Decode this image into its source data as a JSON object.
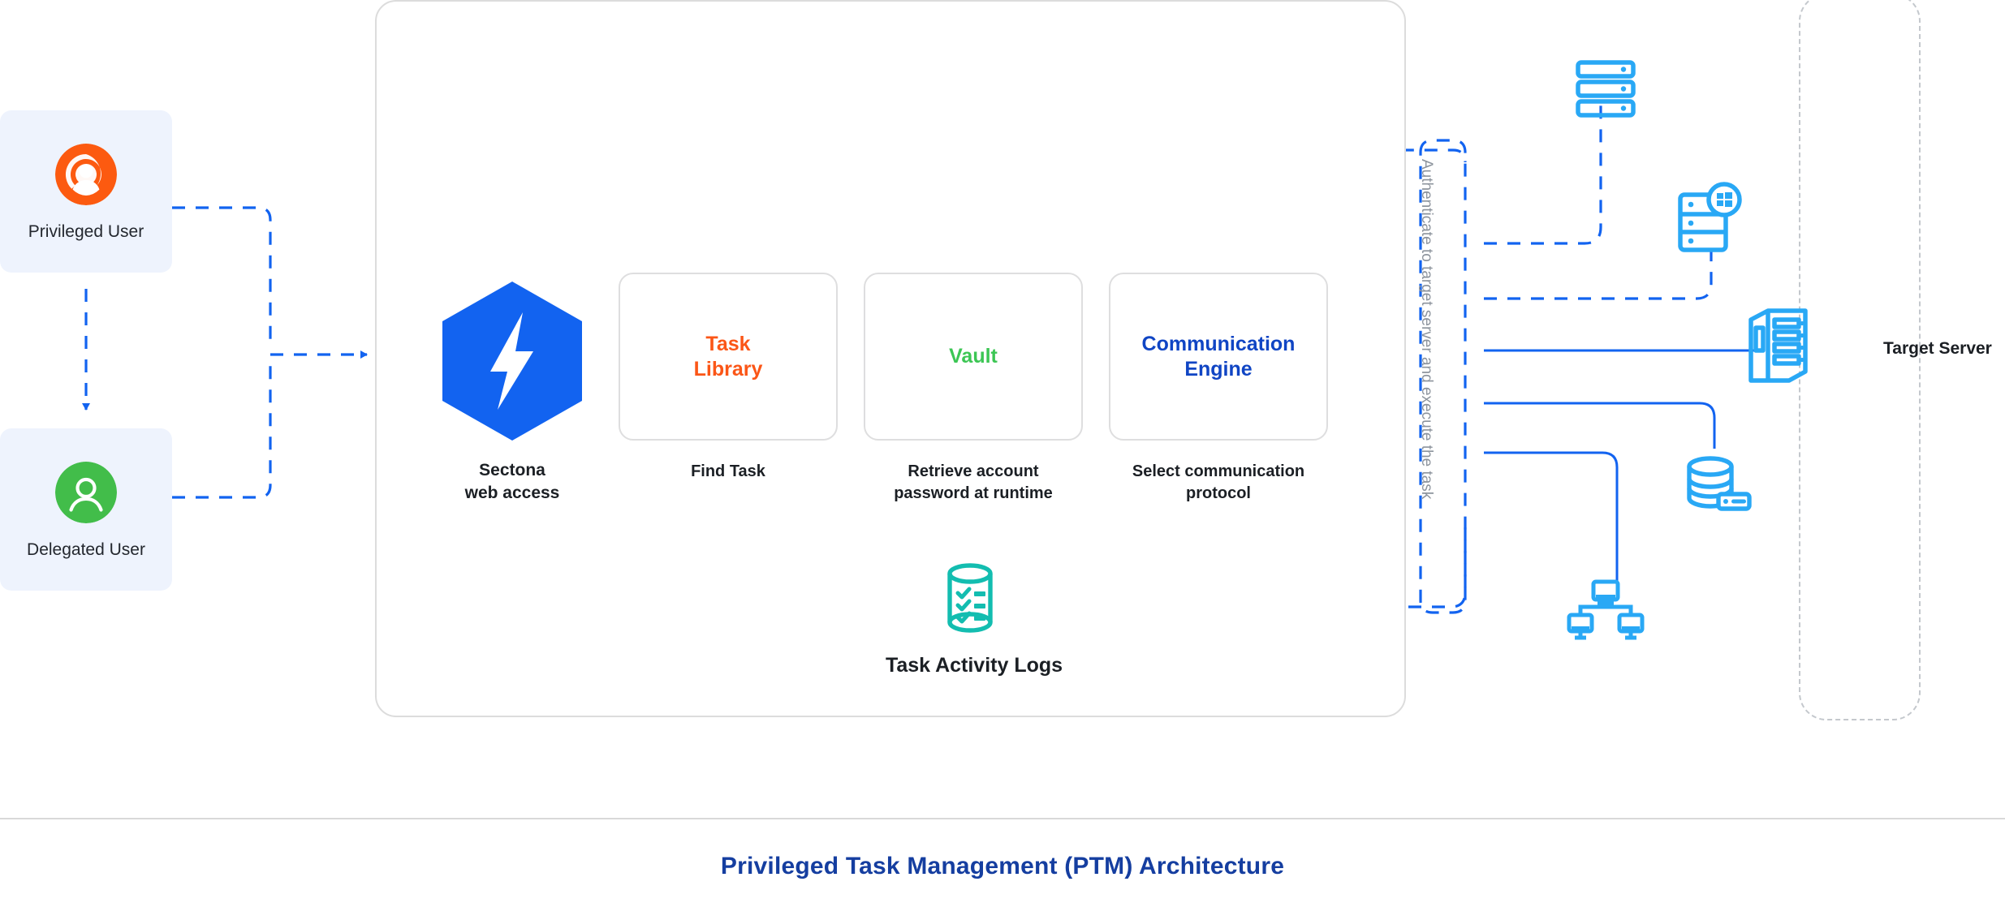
{
  "diagram": {
    "caption": "Privileged Task Management (PTM) Architecture",
    "caption_color": "#153ea0",
    "background": "#ffffff"
  },
  "actors": [
    {
      "id": "privileged-user",
      "label": "Privileged User",
      "icon": "privileged-user-avatar-icon",
      "icon_color": "#fc5a10",
      "card_bg": "#eef3fd"
    },
    {
      "id": "delegated-user",
      "label": "Delegated User",
      "icon": "delegated-user-avatar-icon",
      "icon_color": "#42bd4a",
      "card_bg": "#eef3fd"
    }
  ],
  "platform": {
    "gateway": {
      "icon": "sectona-hexagon-bolt-icon",
      "icon_color": "#1263f0",
      "label_line1": "Sectona",
      "label_line2": "web access"
    },
    "modules": [
      {
        "id": "task-library",
        "title_line1": "Task",
        "title_line2": "Library",
        "color": "#fb5617",
        "caption_line1": "Find Task",
        "caption_line2": ""
      },
      {
        "id": "vault",
        "title_line1": "Vault",
        "title_line2": "",
        "color": "#3cc654",
        "caption_line1": "Retrieve account",
        "caption_line2": "password at runtime"
      },
      {
        "id": "communication-engine",
        "title_line1": "Communication",
        "title_line2": "Engine",
        "color": "#1045c4",
        "caption_line1": "Select communication",
        "caption_line2": "protocol"
      }
    ],
    "logs": {
      "id": "task-activity-logs",
      "label": "Task Activity Logs",
      "icon": "activity-logs-database-icon",
      "icon_color": "#13bdb0"
    }
  },
  "authentication_band": {
    "label": "Authenticate to target server and execute the task",
    "text_color": "#8d949d",
    "border_color": "#1263f0"
  },
  "target_zone": {
    "label": "Target Server",
    "border_color": "#c4c8cd",
    "icon_color": "#29a8f5",
    "icons": [
      {
        "id": "server-rack-stack",
        "name": "server-rack-stack-icon"
      },
      {
        "id": "windows-server",
        "name": "windows-server-icon"
      },
      {
        "id": "tower-server",
        "name": "tower-server-icon"
      },
      {
        "id": "database-server",
        "name": "database-server-icon"
      },
      {
        "id": "workstation-network",
        "name": "workstation-network-icon"
      }
    ]
  },
  "connectors": {
    "dashed_color": "#1263f0",
    "solid_color": "#1263f0"
  }
}
